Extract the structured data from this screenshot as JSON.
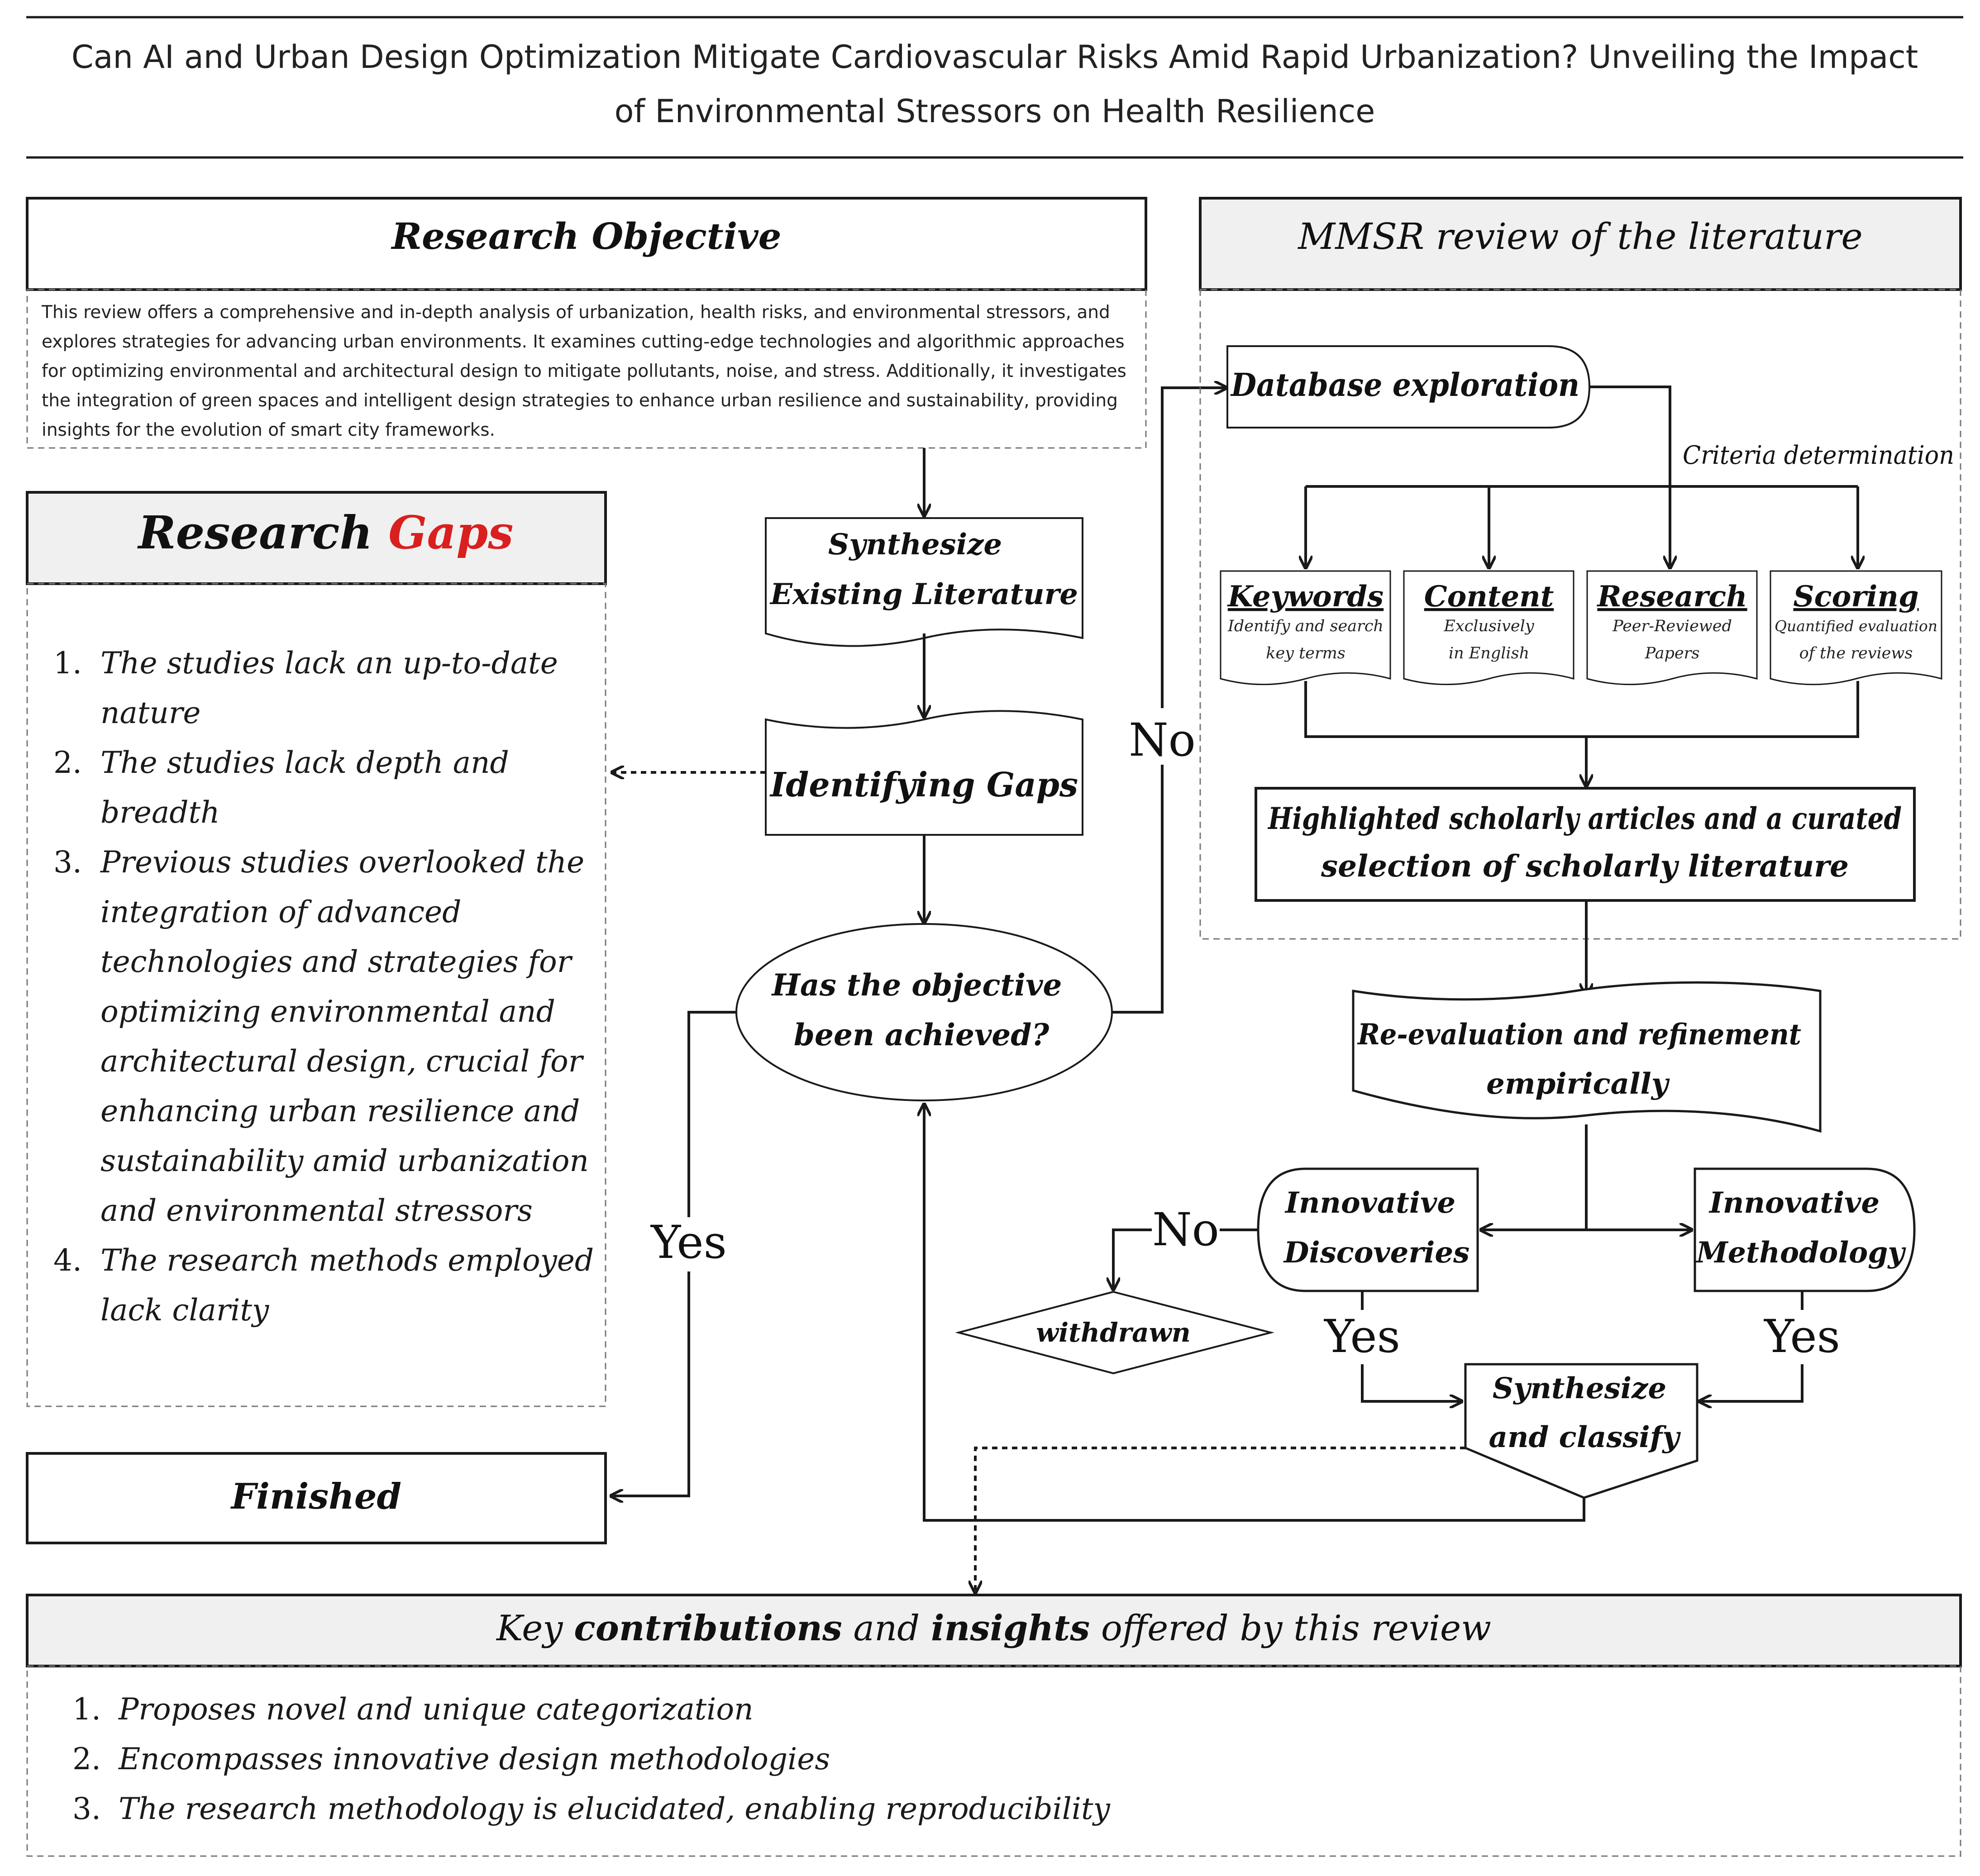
{
  "title": {
    "line1": "Can AI and Urban Design Optimization Mitigate Cardiovascular Risks Amid Rapid Urbanization? Unveiling the Impact",
    "line2": "of Environmental Stressors on Health Resilience"
  },
  "objective": {
    "heading": "Research Objective",
    "body": [
      "This review offers a comprehensive and in-depth analysis of urbanization, health risks, and environmental stressors, and",
      "explores strategies for advancing urban environments. It examines cutting-edge technologies and algorithmic approaches",
      "for optimizing environmental and architectural design to mitigate pollutants, noise, and stress. Additionally, it investigates",
      "the integration of green spaces and intelligent design strategies to enhance urban resilience and sustainability, providing",
      "insights for the evolution of smart city frameworks."
    ]
  },
  "gaps": {
    "heading_prefix": "Research ",
    "heading_highlight": "Gaps",
    "highlight_color": "#d9201f",
    "items": [
      {
        "num": "1.",
        "lines": [
          "The studies lack an up-to-date",
          "nature"
        ]
      },
      {
        "num": "2.",
        "lines": [
          "The studies lack depth and",
          "breadth"
        ]
      },
      {
        "num": "3.",
        "lines": [
          "Previous studies overlooked the",
          "integration of advanced",
          "technologies and strategies for",
          "optimizing environmental and",
          "architectural design, crucial for",
          "enhancing urban resilience and",
          "sustainability amid urbanization",
          "and environmental stressors"
        ]
      },
      {
        "num": "4.",
        "lines": [
          "The research methods employed",
          "lack clarity"
        ]
      }
    ]
  },
  "finished": "Finished",
  "flow": {
    "synthesize_existing": [
      "Synthesize",
      "Existing Literature"
    ],
    "identifying_gaps": "Identifying Gaps",
    "decision": [
      "Has the objective",
      "been achieved?"
    ],
    "yes": "Yes",
    "no": "No"
  },
  "mmsr": {
    "heading": "MMSR review of the literature",
    "database": "Database exploration",
    "criteria": "Criteria determination",
    "criteria_items": [
      {
        "title": "Keywords",
        "lines": [
          "Identify and search",
          "key terms"
        ]
      },
      {
        "title": "Content",
        "lines": [
          "Exclusively",
          "in English"
        ]
      },
      {
        "title": "Research",
        "lines": [
          "Peer-Reviewed",
          "Papers"
        ]
      },
      {
        "title": "Scoring",
        "lines": [
          "Quantified evaluation",
          "of the reviews"
        ]
      }
    ],
    "highlighted": [
      "Highlighted scholarly articles and a curated",
      "selection of scholarly literature"
    ]
  },
  "refine": [
    "Re-evaluation and refinement",
    "empirically"
  ],
  "discoveries": [
    "Innovative",
    "Discoveries"
  ],
  "methodology": [
    "Innovative",
    "Methodology"
  ],
  "withdrawn": "withdrawn",
  "labels": {
    "yes": "Yes",
    "no": "No"
  },
  "classify": [
    "Synthesize",
    "and classify"
  ],
  "contributions": {
    "heading_parts": [
      "Key ",
      "contributions",
      " and ",
      "insights",
      " offered by this review"
    ],
    "items": [
      {
        "num": "1.",
        "text": "Proposes novel and unique categorization"
      },
      {
        "num": "2.",
        "text": "Encompasses innovative design methodologies"
      },
      {
        "num": "3.",
        "text": "The research methodology is elucidated, enabling reproducibility"
      }
    ]
  }
}
